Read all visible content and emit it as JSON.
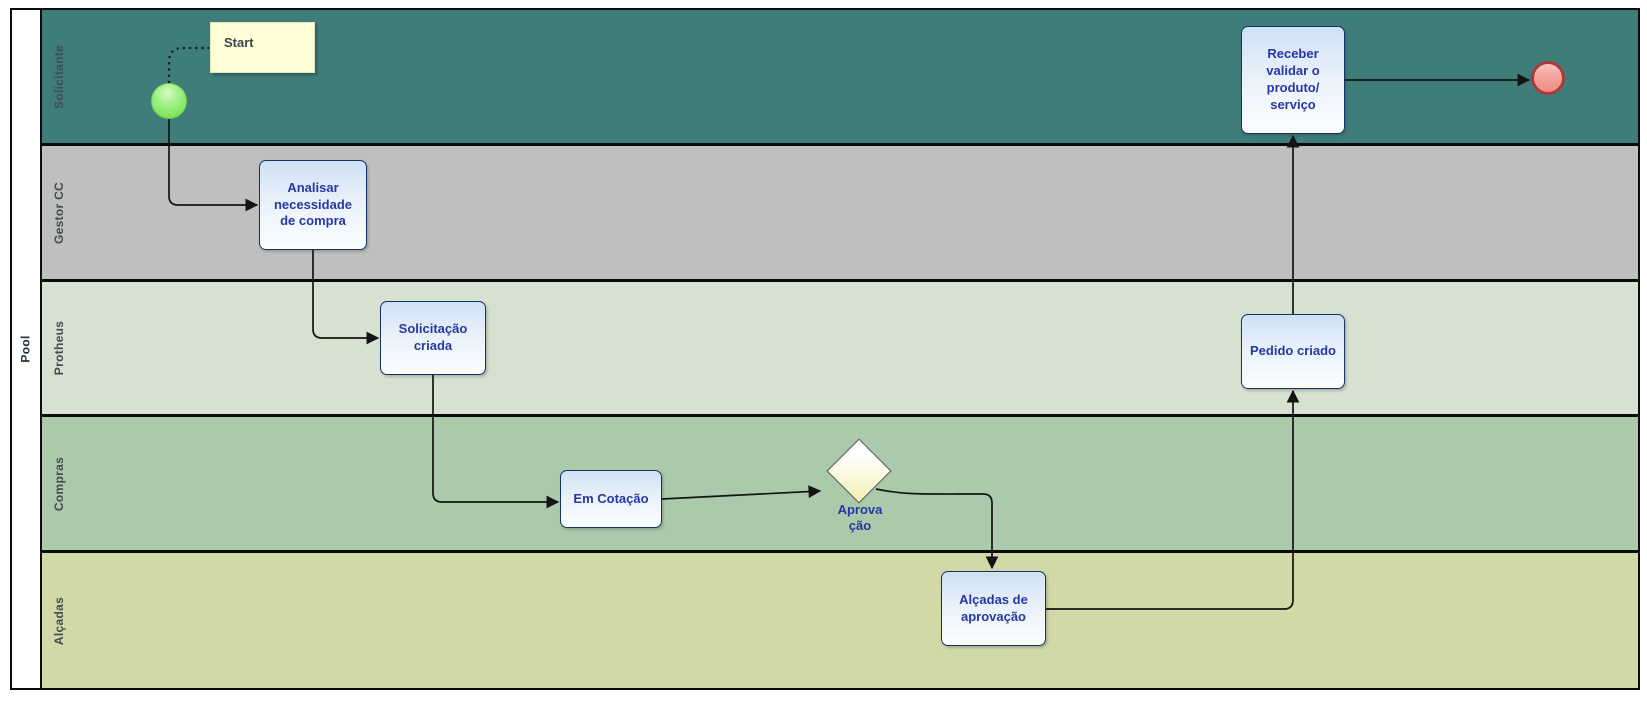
{
  "pool": {
    "label": "Pool"
  },
  "lanes": [
    {
      "label": "Solicitante",
      "fill": "#3F7D7B"
    },
    {
      "label": "Gestor CC",
      "fill": "#BFBFBF"
    },
    {
      "label": "Protheus",
      "fill": "#D6E1D0"
    },
    {
      "label": "Compras",
      "fill": "#ABC9AB"
    },
    {
      "label": "Alçadas",
      "fill": "#D2D9A7"
    }
  ],
  "annotations": {
    "start_note": "Start"
  },
  "tasks": [
    {
      "label": "Analisar\nnecessidade\nde compra",
      "lane": "Gestor CC"
    },
    {
      "label": "Solicitação\ncriada",
      "lane": "Protheus"
    },
    {
      "label": "Em Cotação",
      "lane": "Compras"
    },
    {
      "label": "Alçadas de\naprovação",
      "lane": "Alçadas"
    },
    {
      "label": "Pedido criado",
      "lane": "Protheus"
    },
    {
      "label": "Receber\nvalidar o\nproduto/\nserviço",
      "lane": "Solicitante"
    }
  ],
  "gateway": {
    "label": "Aprova\nção",
    "lane": "Compras"
  },
  "events": {
    "start": {
      "lane": "Solicitante",
      "fill": "#8BE96F",
      "border": "#6FCB54"
    },
    "end": {
      "lane": "Solicitante",
      "fill": "#EF8D85",
      "border": "#A83B39"
    }
  },
  "colors": {
    "task_border": "#17316B",
    "task_text": "#2737A3",
    "note_fill": "#FFFED6",
    "gateway_fill": "#F5F1B8",
    "connector": "#141414"
  }
}
